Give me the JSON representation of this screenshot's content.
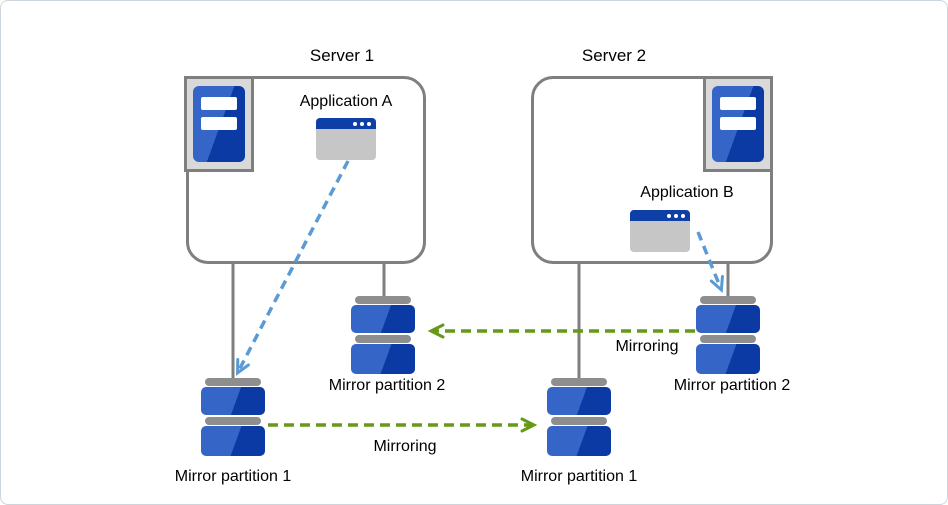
{
  "servers": [
    {
      "label": "Server 1",
      "application_label": "Application A"
    },
    {
      "label": "Server 2",
      "application_label": "Application B"
    }
  ],
  "partition_labels": {
    "server1_mirror_partition_1": "Mirror partition 1",
    "server1_mirror_partition_2": "Mirror partition 2",
    "server2_mirror_partition_1": "Mirror partition 1",
    "server2_mirror_partition_2": "Mirror partition 2"
  },
  "arrows": {
    "mirroring_top_label": "Mirroring",
    "mirroring_bottom_label": "Mirroring"
  },
  "icons": {
    "server_icon": "server-tower",
    "application_icon": "application-window",
    "partition_icon": "disk-partition-stack",
    "mirroring_arrow": "dashed-arrow",
    "app_access_arrow": "dashed-arrow"
  },
  "colors": {
    "server_box_border": "#7f7f7f",
    "connector_gray": "#7f7f7f",
    "mirroring_green": "#669916",
    "app_arrow_blue": "#5b9bd5",
    "disk_blue_light": "#3565c6",
    "disk_blue_dark": "#0c3aa4",
    "icon_frame_gray": "#d9d9d9",
    "window_titlebar_blue": "#0d3fa6",
    "window_body_gray": "#c6c6c6",
    "cap_gray": "#8e8e8e"
  }
}
